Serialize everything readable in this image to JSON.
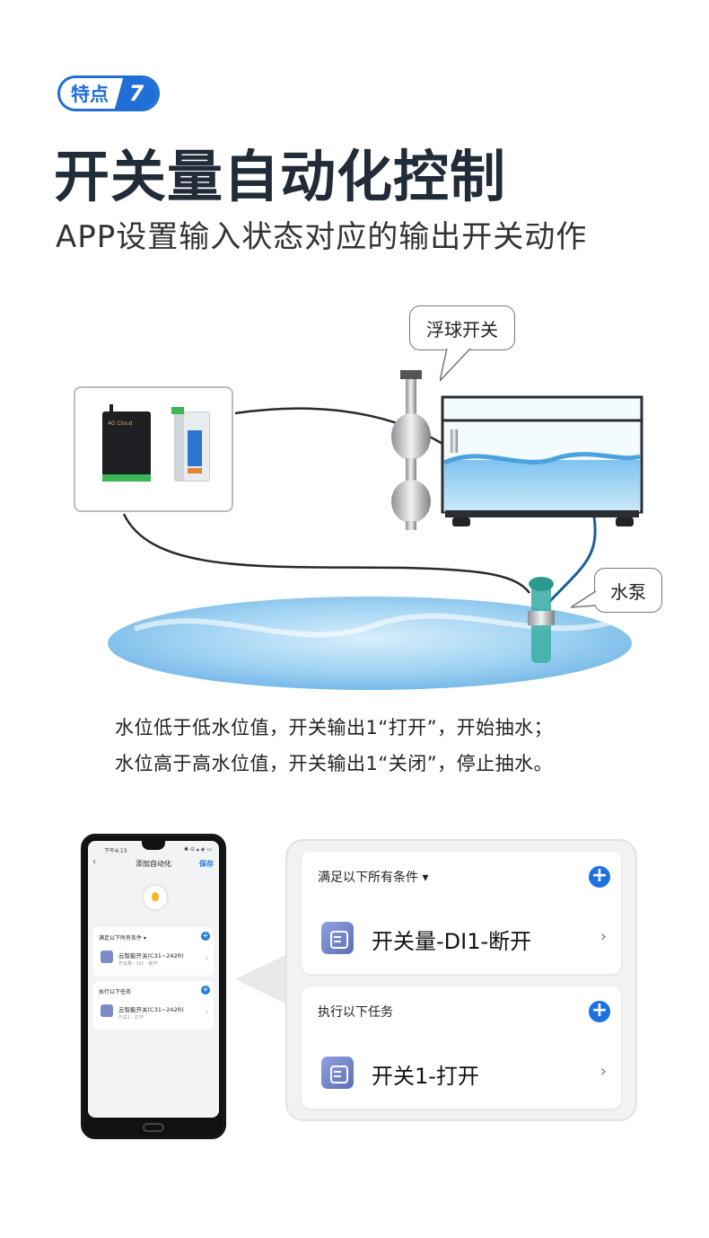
{
  "badge": {
    "label": "特点",
    "number": "7"
  },
  "title": "开关量自动化控制",
  "subtitle": "APP设置输入状态对应的输出开关动作",
  "diagram": {
    "float_label": "浮球开关",
    "pump_label": "水泵",
    "device_text": "4G Cloud"
  },
  "notes": [
    "水位低于低水位值，开关输出1“打开”，开始抽水；",
    "水位高于高水位值，开关输出1“关闭”，停止抽水。"
  ],
  "phone": {
    "time": "下午4:13",
    "status": "✱ ⊙ ▴ ◈ ▭",
    "back": "‹",
    "title": "添加自动化",
    "save": "保存",
    "cond_header": "满足以下所有条件 ▾",
    "cond_name": "云智能开关(C31~242R)",
    "cond_sub": "开关量 - DI1 - 断开",
    "task_header": "执行以下任务",
    "task_name": "云智能开关(C31~242R)",
    "task_sub": "开关1 - 打开"
  },
  "panel": {
    "cond_header": "满足以下所有条件 ▾",
    "cond_item": "开关量-DI1-断开",
    "task_header": "执行以下任务",
    "task_item": "开关1-打开",
    "plus": "+",
    "chevron": "›"
  },
  "colors": {
    "accent": "#1f6fd6",
    "plus": "#1d72e0",
    "water": "#8fc9ef"
  }
}
